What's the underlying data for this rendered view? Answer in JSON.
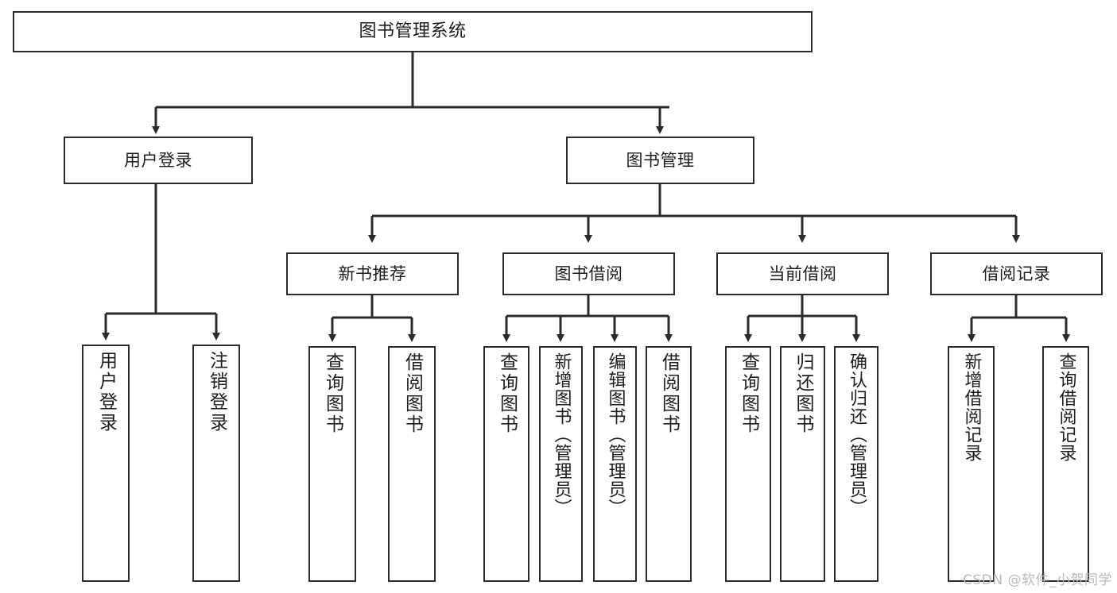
{
  "diagram": {
    "title": "图书管理系统",
    "type": "tree",
    "orientation": "top-down",
    "stroke_color": "#2b2b2b",
    "text_color": "#1d1d1d",
    "background_color": "#ffffff"
  },
  "nodes": {
    "root": {
      "label": "图书管理系统"
    },
    "level1": [
      {
        "label": "用户登录"
      },
      {
        "label": "图书管理"
      }
    ],
    "level2": [
      {
        "label": "新书推荐"
      },
      {
        "label": "图书借阅"
      },
      {
        "label": "当前借阅"
      },
      {
        "label": "借阅记录"
      }
    ],
    "leaves": {
      "user_login": [
        {
          "label": "用户登录"
        },
        {
          "label": "注销登录"
        }
      ],
      "new_book_recommend": [
        {
          "label": "查询图书"
        },
        {
          "label": "借阅图书"
        }
      ],
      "book_borrow": [
        {
          "label": "查询图书"
        },
        {
          "label": "新增图书（管理员）"
        },
        {
          "label": "编辑图书（管理员）"
        },
        {
          "label": "借阅图书"
        }
      ],
      "current_borrow": [
        {
          "label": "查询图书"
        },
        {
          "label": "归还图书"
        },
        {
          "label": "确认归还（管理员）"
        }
      ],
      "borrow_record": [
        {
          "label": "新增借阅记录"
        },
        {
          "label": "查询借阅记录"
        }
      ]
    }
  },
  "watermark": {
    "text": "CSDN @软件_小贺同学"
  }
}
